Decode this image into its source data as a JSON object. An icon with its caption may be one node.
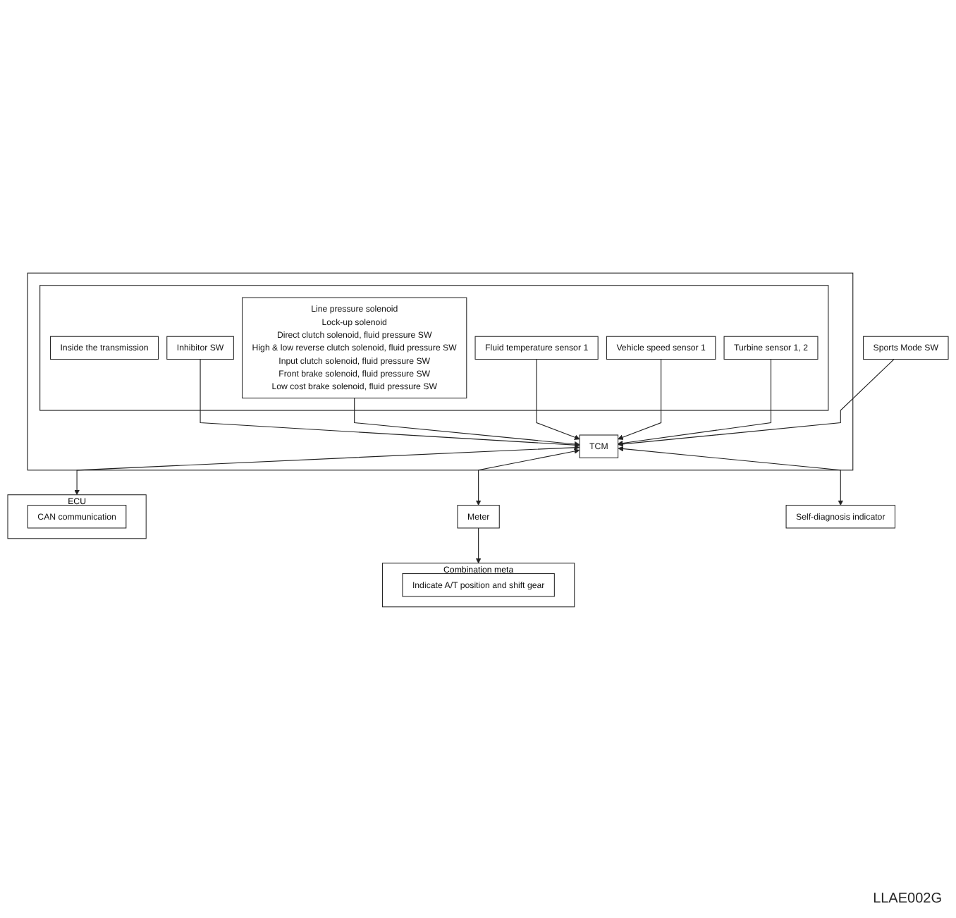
{
  "diagram": {
    "nodes": [
      {
        "text": [],
        "shape": "box"
      },
      {
        "text": [],
        "shape": "box",
        "in": 0
      },
      {
        "text": [
          "Inside the transmission"
        ],
        "in": 1
      },
      {
        "text": [
          "Turbine sensor 1, 2"
        ],
        "in": 1
      },
      {
        "text": [
          "Vehicle speed sensor 1"
        ],
        "in": 1
      },
      {
        "text": [
          "Inhibitor SW"
        ],
        "in": 1
      },
      {
        "text": [
          "Fluid temperature sensor 1"
        ],
        "in": 1
      },
      {
        "text": [
          "Line pressure solenoid",
          "Lock-up solenoid",
          "Direct clutch solenoid, fluid pressure SW",
          "High & low reverse clutch solenoid, fluid pressure SW",
          "Input clutch solenoid, fluid pressure SW",
          "Front brake solenoid, fluid pressure SW",
          "Low cost brake solenoid, fluid pressure SW"
        ],
        "in": 1
      },
      {
        "text": [
          "TCM"
        ],
        "in": 0
      },
      {
        "text": [
          "Sports Mode SW"
        ]
      },
      {
        "text": [
          "Meter"
        ]
      },
      {
        "text": [
          "Self-diagnosis indicator"
        ]
      },
      {
        "text": [
          "ECU"
        ]
      },
      {
        "text": [
          "CAN communication"
        ],
        "in": 12
      },
      {
        "text": [
          "Combination meta"
        ]
      },
      {
        "text": [
          "Indicate A/T position and shift gear"
        ],
        "in": 14
      }
    ],
    "edges": [
      {
        "from": 5,
        "to": 8,
        "arrow": "to"
      },
      {
        "from": 7,
        "to": 8,
        "arrow": "to"
      },
      {
        "from": 6,
        "to": 8,
        "arrow": "to"
      },
      {
        "from": 4,
        "to": 8,
        "arrow": "to"
      },
      {
        "from": 3,
        "to": 8,
        "arrow": "to"
      },
      {
        "from": 9,
        "to": 8,
        "arrow": "to"
      },
      {
        "from": 8,
        "to": 10,
        "arrow": "both"
      },
      {
        "from": 8,
        "to": 11,
        "arrow": "both"
      },
      {
        "from": 8,
        "to": 12,
        "arrow": "both"
      },
      {
        "from": 10,
        "to": 14,
        "arrow": "to"
      }
    ],
    "labels": [
      "LLAE002G"
    ]
  }
}
